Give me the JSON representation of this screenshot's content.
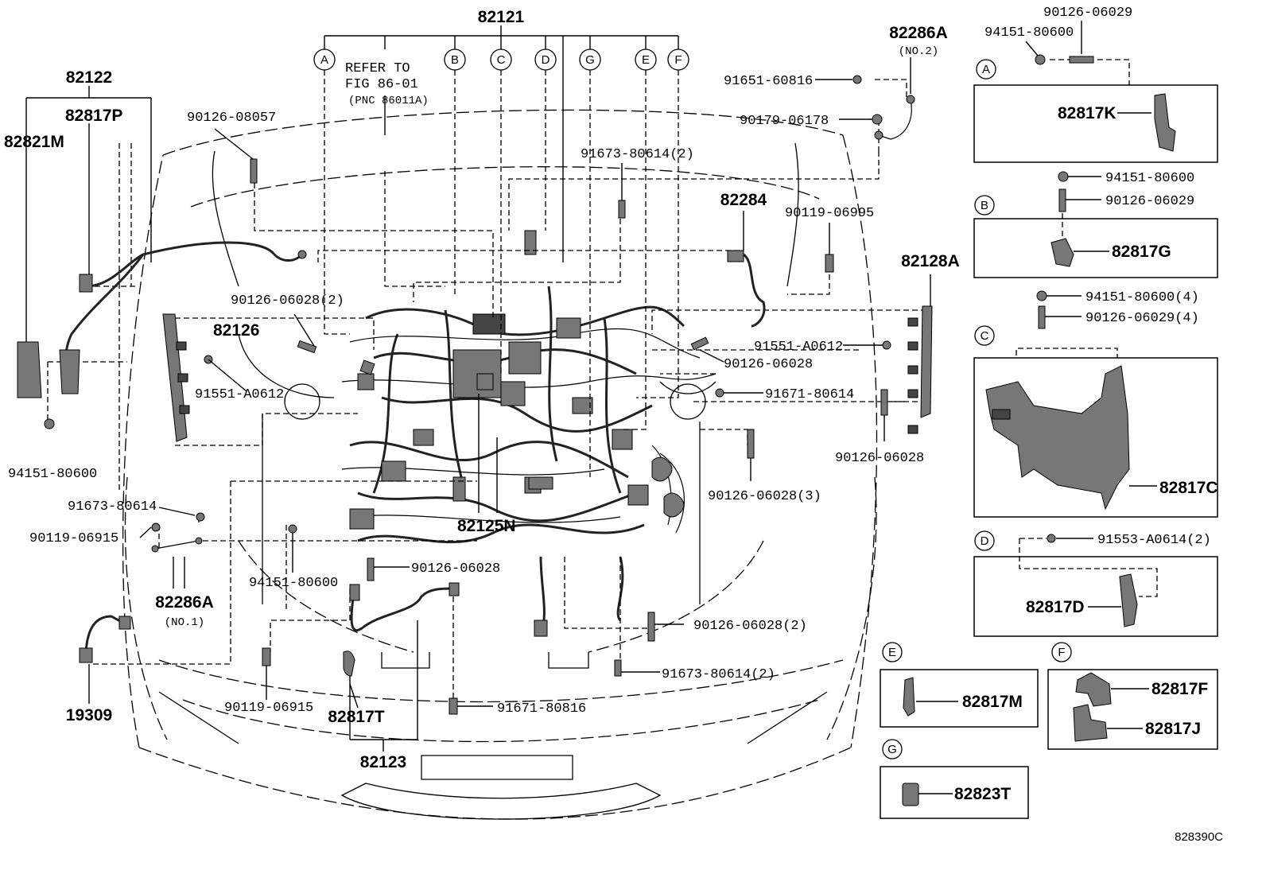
{
  "diagram_code": "828390C",
  "callout_letters": [
    "A",
    "B",
    "C",
    "D",
    "E",
    "F",
    "G"
  ],
  "labels": {
    "p82121": "82121",
    "p82122": "82122",
    "p82817P": "82817P",
    "p82821M": "82821M",
    "p90126_08057": "90126-08057",
    "refer1": "REFER TO",
    "refer2": "FIG 86-01",
    "refer3": "(PNC 86011A)",
    "p82286A_top": "82286A",
    "no2": "(NO.2)",
    "p91651_60816": "91651-60816",
    "p90179_06178": "90179-06178",
    "p91673_80614_2a": "91673-80614(2)",
    "p82284": "82284",
    "p90119_06995": "90119-06995",
    "p82128A": "82128A",
    "p90126_06028_2a": "90126-06028(2)",
    "p82126": "82126",
    "p91551_A0612_l": "91551-A0612",
    "p91551_A0612_r": "91551-A0612",
    "p90126_06028_a": "90126-06028",
    "p91671_80614": "91671-80614",
    "p90126_06028_r": "90126-06028",
    "p94151_80600_l": "94151-80600",
    "p90126_06028_3": "90126-06028(3)",
    "p91673_80614_l": "91673-80614",
    "p82125N": "82125N",
    "p90119_06915_a": "90119-06915",
    "p94151_80600_m": "94151-80600",
    "p90126_06028_b": "90126-06028",
    "p82286A_bot": "82286A",
    "no1": "(NO.1)",
    "p90126_06028_2b": "90126-06028(2)",
    "p91673_80614_2b": "91673-80614(2)",
    "p19309": "19309",
    "p90119_06915_b": "90119-06915",
    "p82817T": "82817T",
    "p91671_80816": "91671-80816",
    "p82123": "82123"
  },
  "inset": {
    "A": {
      "top_left": "94151-80600",
      "top_right": "90126-06029",
      "part": "82817K"
    },
    "B": {
      "fastener1": "94151-80600",
      "fastener2": "90126-06029",
      "part": "82817G"
    },
    "C": {
      "fastener1": "94151-80600(4)",
      "fastener2": "90126-06029(4)",
      "part": "82817C"
    },
    "D": {
      "fastener": "91553-A0614(2)",
      "part": "82817D"
    },
    "E": {
      "part": "82817M"
    },
    "F": {
      "part1": "82817F",
      "part2": "82817J"
    },
    "G": {
      "part": "82823T"
    }
  }
}
